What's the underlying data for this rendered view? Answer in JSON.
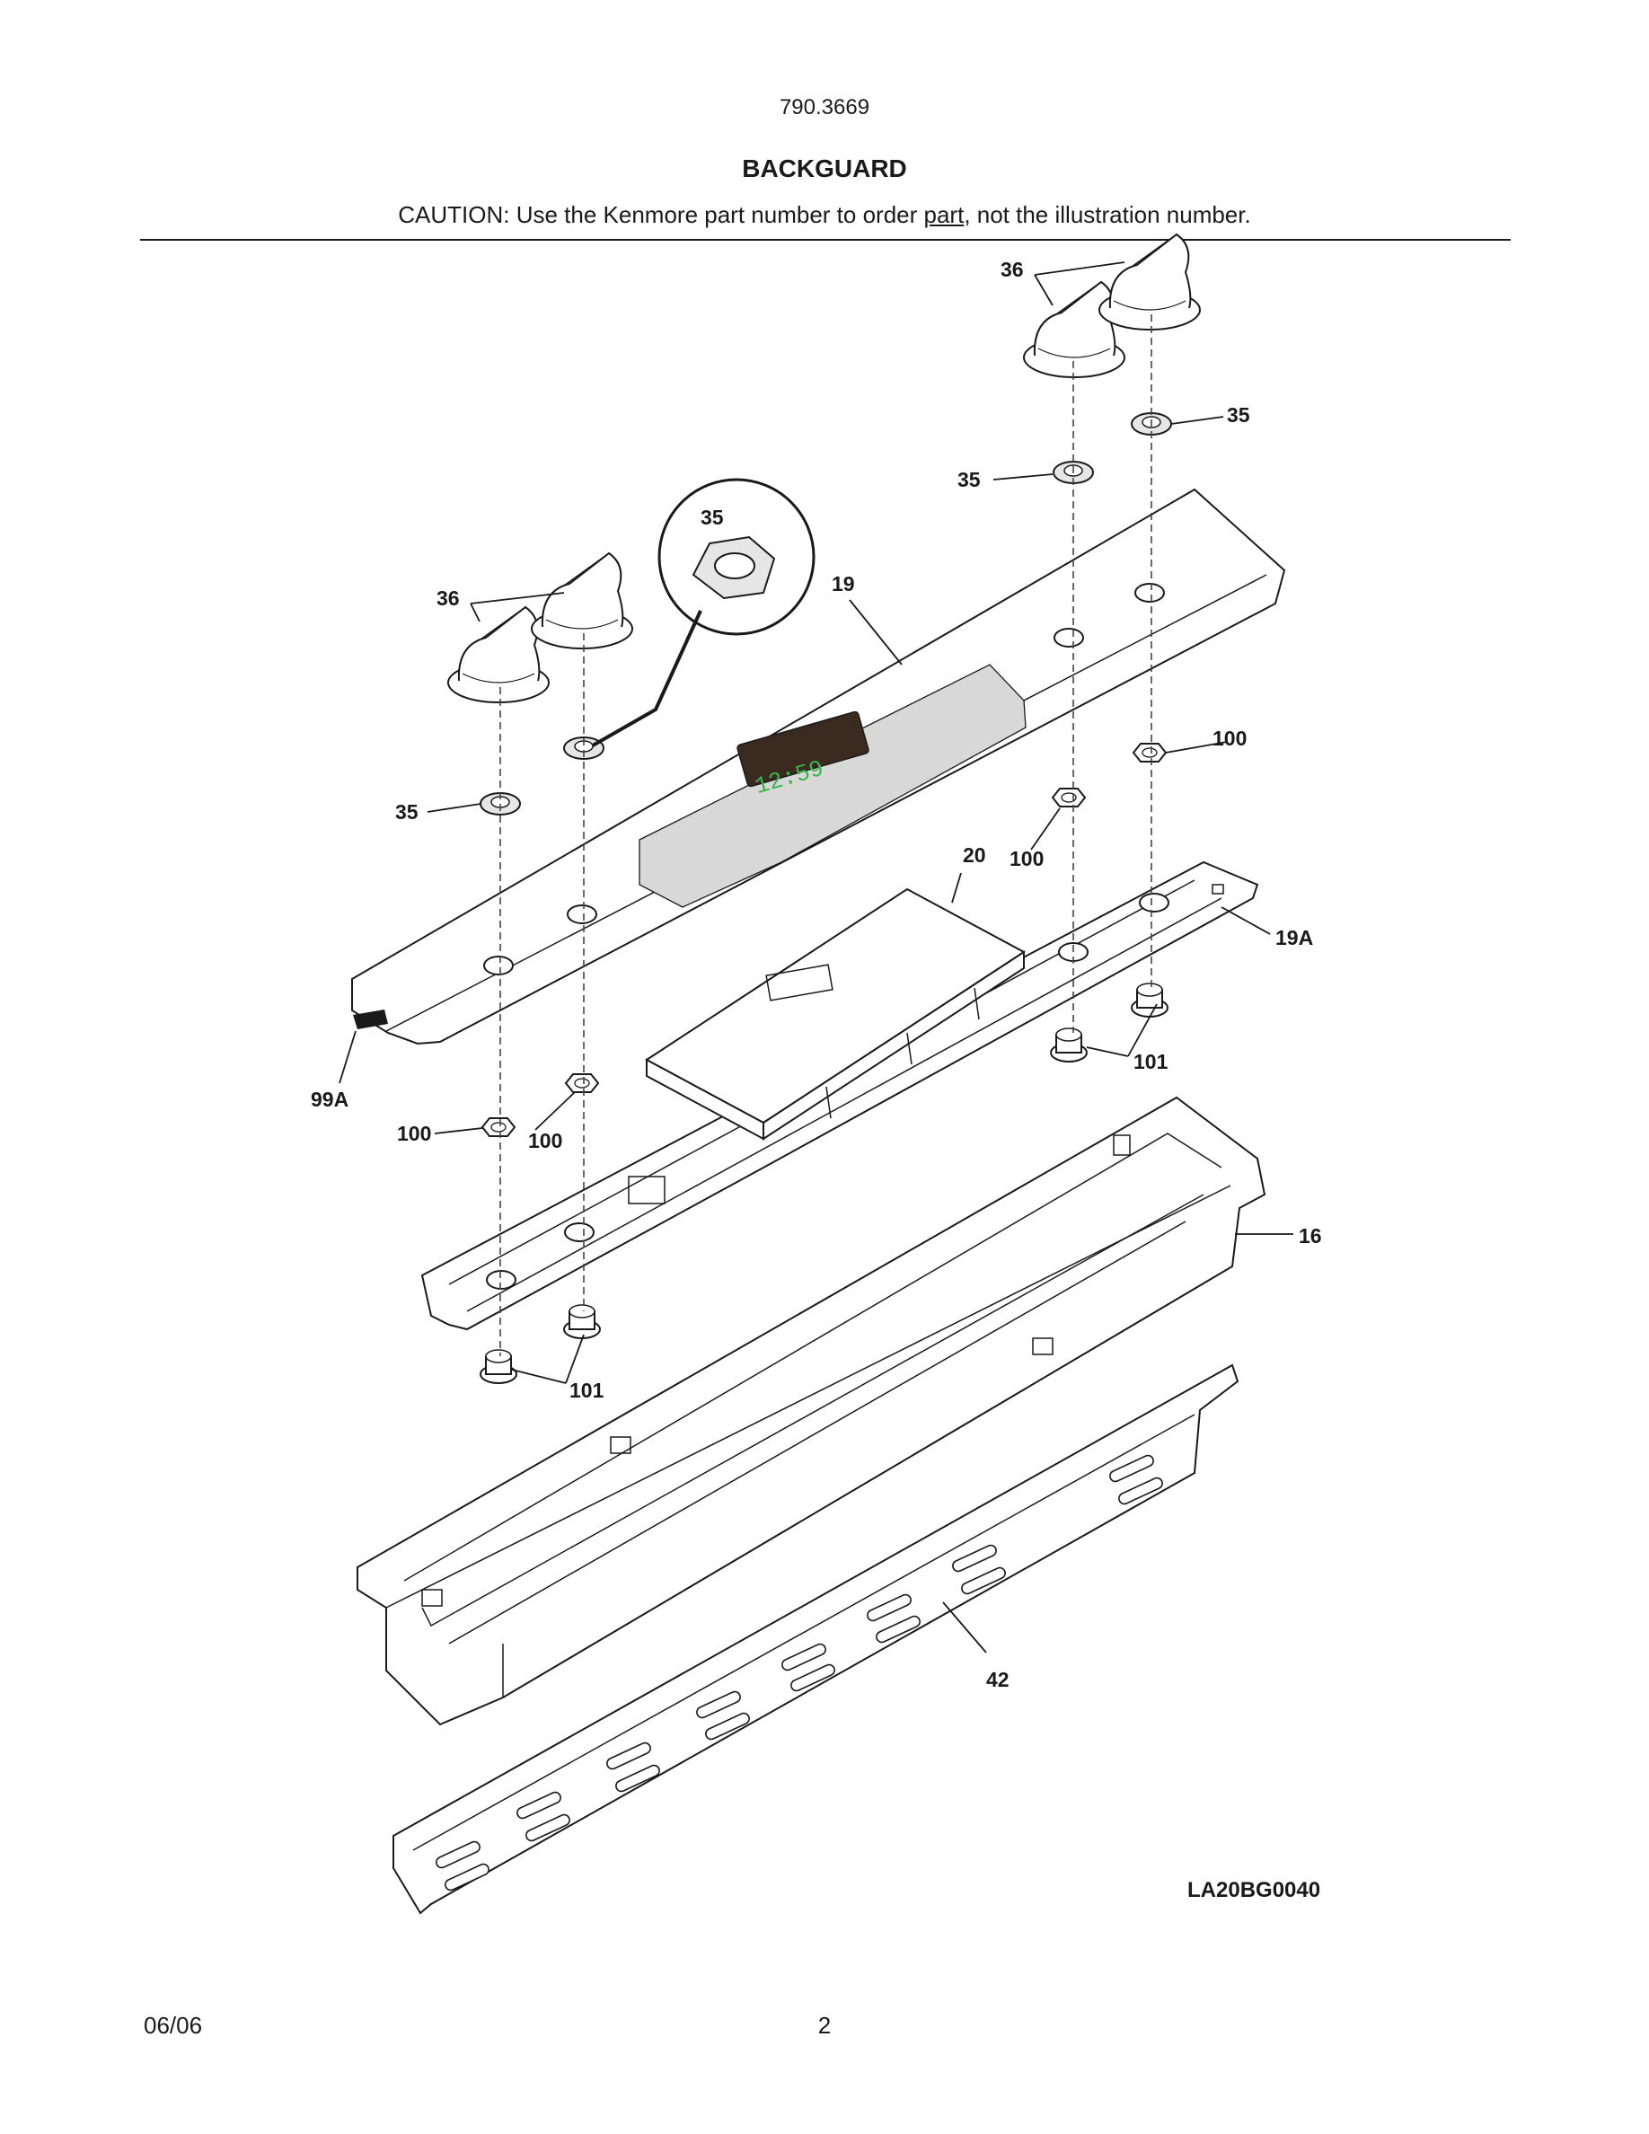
{
  "header": {
    "model_number": "790.3669",
    "title": "BACKGUARD",
    "caution_before": "CAUTION: Use the Kenmore part number to order ",
    "caution_underlined": "part",
    "caution_after": ", not the illustration number."
  },
  "diagram": {
    "code": "LA20BG0040",
    "display_time": "12:59",
    "callouts": {
      "c36_right": "36",
      "c35_right_top": "35",
      "c35_right_mid": "35",
      "c35_detail": "35",
      "c19": "19",
      "c36_left": "36",
      "c100_right_top": "100",
      "c35_left": "35",
      "c20": "20",
      "c100_right": "100",
      "c19a": "19A",
      "c101_right": "101",
      "c99a": "99A",
      "c100_left": "100",
      "c100_mid": "100",
      "c16": "16",
      "c101_left": "101",
      "c42": "42"
    }
  },
  "footer": {
    "date": "06/06",
    "page": "2"
  }
}
